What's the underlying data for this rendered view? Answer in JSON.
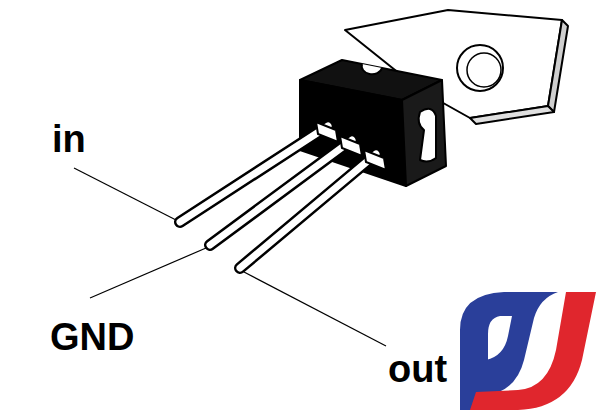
{
  "diagram": {
    "labels": [
      "in",
      "GND",
      "out"
    ]
  }
}
